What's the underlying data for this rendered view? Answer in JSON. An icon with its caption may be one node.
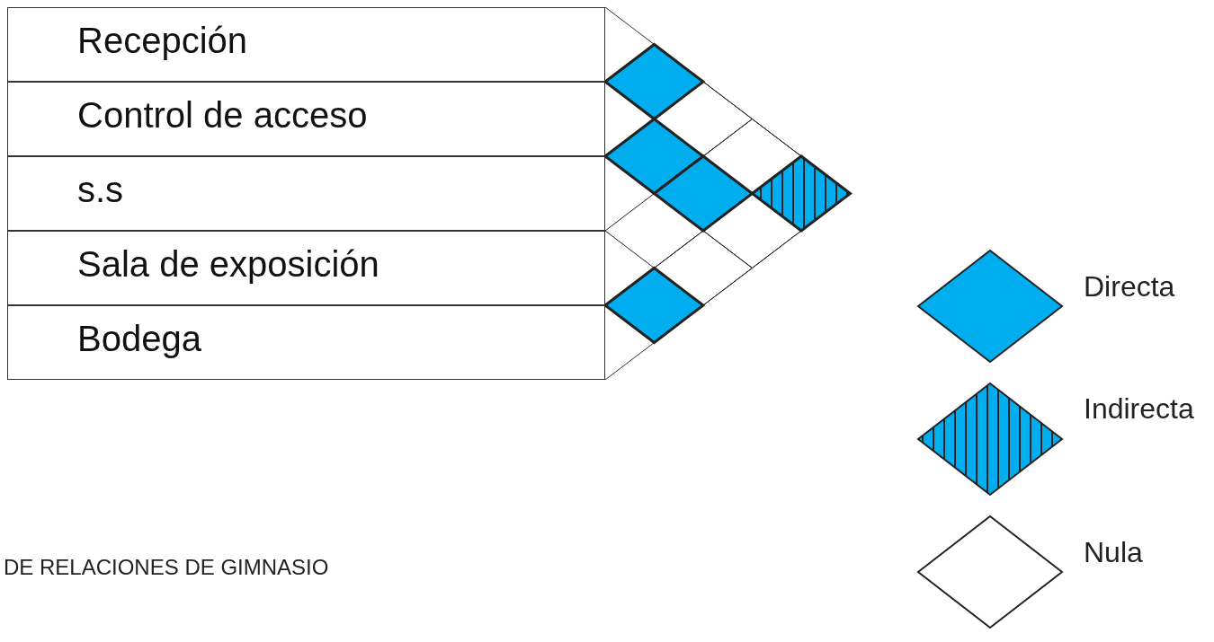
{
  "diagram": {
    "nodes": [
      {
        "text": [
          "Recepción"
        ]
      },
      {
        "text": [
          "Control de acceso"
        ]
      },
      {
        "text": [
          "s.s"
        ]
      },
      {
        "text": [
          "Sala de exposición"
        ]
      },
      {
        "text": [
          "Bodega"
        ]
      },
      {
        "text": [],
        "shape": "diamond"
      },
      {
        "text": [],
        "shape": "diamond"
      },
      {
        "text": [],
        "shape": "diamond"
      },
      {
        "text": [],
        "shape": "diamond"
      },
      {
        "text": [],
        "shape": "diamond"
      },
      {
        "text": [],
        "shape": "diamond"
      },
      {
        "text": [],
        "shape": "diamond"
      },
      {
        "text": [],
        "shape": "diamond"
      },
      {
        "text": [],
        "shape": "diamond"
      },
      {
        "text": [],
        "shape": "diamond"
      }
    ],
    "labels": [
      "DE RELACIONES DE GIMNASIO"
    ],
    "legend": [
      {
        "text": "Directa",
        "color": "#00aeef"
      },
      {
        "text": "Indirecta"
      },
      {
        "text": "Nula",
        "color": "#ffffff"
      }
    ]
  }
}
